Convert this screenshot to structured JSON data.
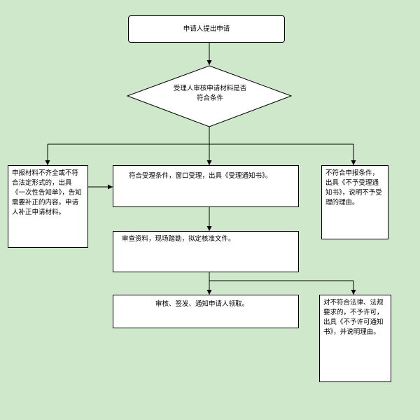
{
  "colors": {
    "background": "#cfe8cb",
    "box_fill": "#ffffff",
    "stroke": "#000000"
  },
  "nodes": {
    "start": "申请人提出申请",
    "decision": "受理人审核申请材料是否符合条件",
    "incomplete": "申报材料不齐全或不符合法定形式的，出具《一次性告知单》，告知需要补正的内容。申请人补正申请材料。",
    "accept": "符合受理条件，窗口受理，出具《受理通知书》。",
    "reject": "不符合申报条件，出具《不予受理通知书》，说明不予受理的理由。",
    "review": "审查资料，现场踏勘，拟定核准文件。",
    "approve": "审核、签发、通知申请人领取。",
    "deny": "对不符合法律、法规要求的，不予许可，出具《不予许可通知书》，并说明理由。"
  }
}
